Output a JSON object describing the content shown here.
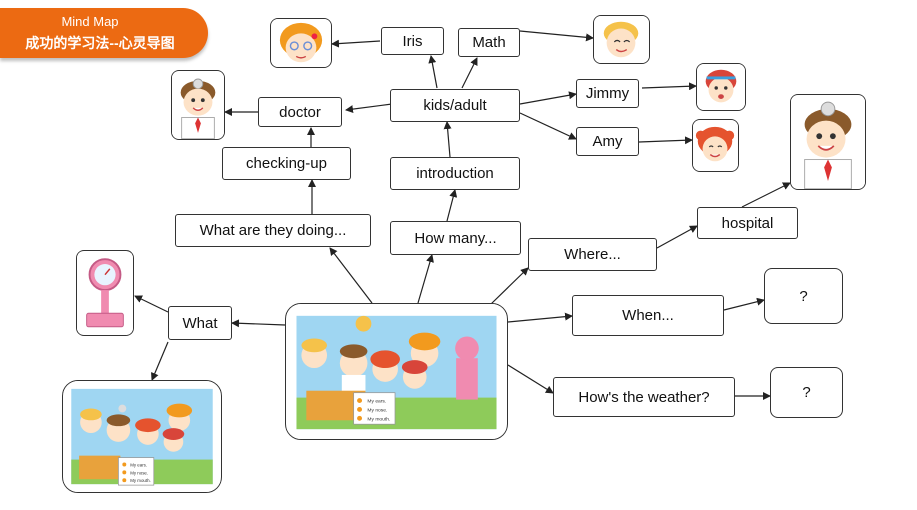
{
  "banner": {
    "title": "Mind Map",
    "subtitle": "成功的学习法--心灵导图"
  },
  "nodes": {
    "iris": "Iris",
    "math": "Math",
    "kids_adult": "kids/adult",
    "doctor": "doctor",
    "jimmy": "Jimmy",
    "amy": "Amy",
    "checking_up": "checking-up",
    "introduction": "introduction",
    "hospital": "hospital",
    "what_are_they_doing": "What are they doing...",
    "how_many": "How many...",
    "where": "Where...",
    "what": "What",
    "when": "When...",
    "when_answer": "?",
    "weather": "How's the weather?",
    "weather_answer": "?"
  },
  "scene_labels": [
    "My ears.",
    "My nose.",
    "My mouth."
  ],
  "colors": {
    "banner": "#ec6a12",
    "line": "#222222",
    "border": "#333333"
  }
}
